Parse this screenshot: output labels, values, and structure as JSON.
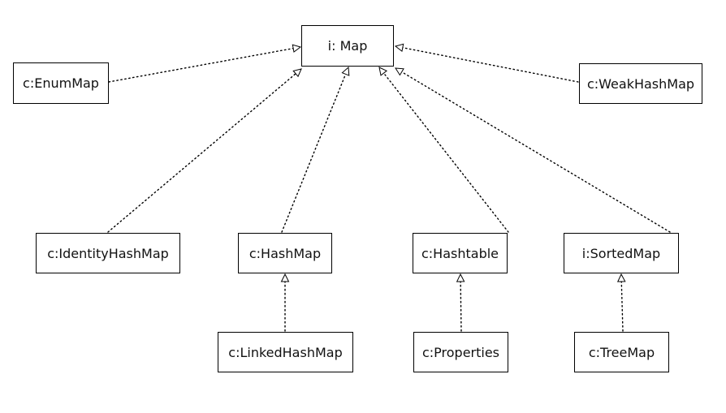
{
  "diagram": {
    "nodes": {
      "map": "i: Map",
      "enummap": "c:EnumMap",
      "weakhashmap": "c:WeakHashMap",
      "identityhashmap": "c:IdentityHashMap",
      "hashmap": "c:HashMap",
      "hashtable": "c:Hashtable",
      "sortedmap": "i:SortedMap",
      "linkedhashmap": "c:LinkedHashMap",
      "properties": "c:Properties",
      "treemap": "c:TreeMap"
    },
    "edges": [
      {
        "from": "enummap",
        "to": "map"
      },
      {
        "from": "weakhashmap",
        "to": "map"
      },
      {
        "from": "identityhashmap",
        "to": "map"
      },
      {
        "from": "hashmap",
        "to": "map"
      },
      {
        "from": "hashtable",
        "to": "map"
      },
      {
        "from": "sortedmap",
        "to": "map"
      },
      {
        "from": "linkedhashmap",
        "to": "hashmap"
      },
      {
        "from": "properties",
        "to": "hashtable"
      },
      {
        "from": "treemap",
        "to": "sortedmap"
      }
    ]
  }
}
